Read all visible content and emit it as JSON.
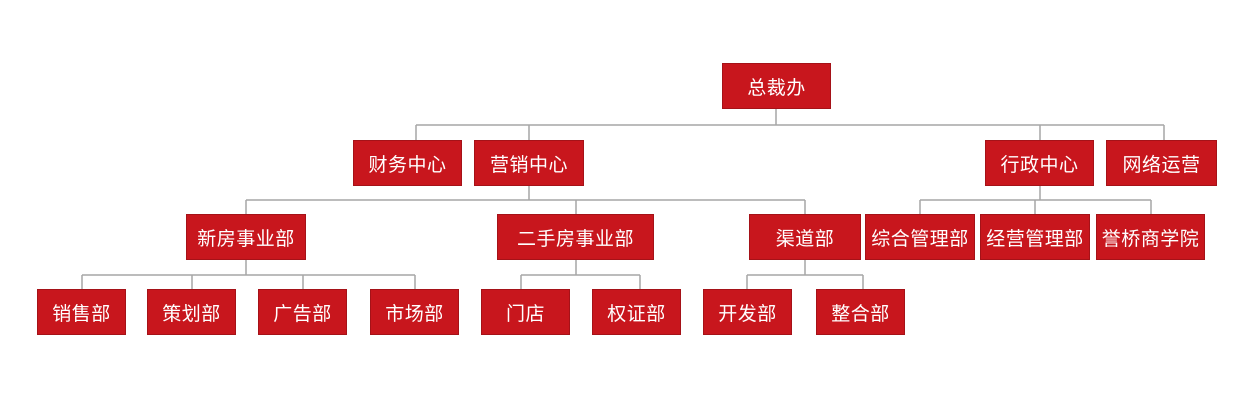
{
  "org": {
    "root": "总裁办",
    "finance": "财务中心",
    "marketing": "营销中心",
    "admin": "行政中心",
    "network": "网络运营",
    "new_house": "新房事业部",
    "second_hand": "二手房事业部",
    "channel": "渠道部",
    "general_mgmt": "综合管理部",
    "ops_mgmt": "经营管理部",
    "academy": "誉桥商学院",
    "sales": "销售部",
    "planning": "策划部",
    "advertising": "广告部",
    "market": "市场部",
    "store": "门店",
    "certificate": "权证部",
    "development": "开发部",
    "integration": "整合部"
  },
  "colors": {
    "node_fill": "#c8161d",
    "node_text": "#ffffff",
    "connector": "#a6a6a6"
  }
}
